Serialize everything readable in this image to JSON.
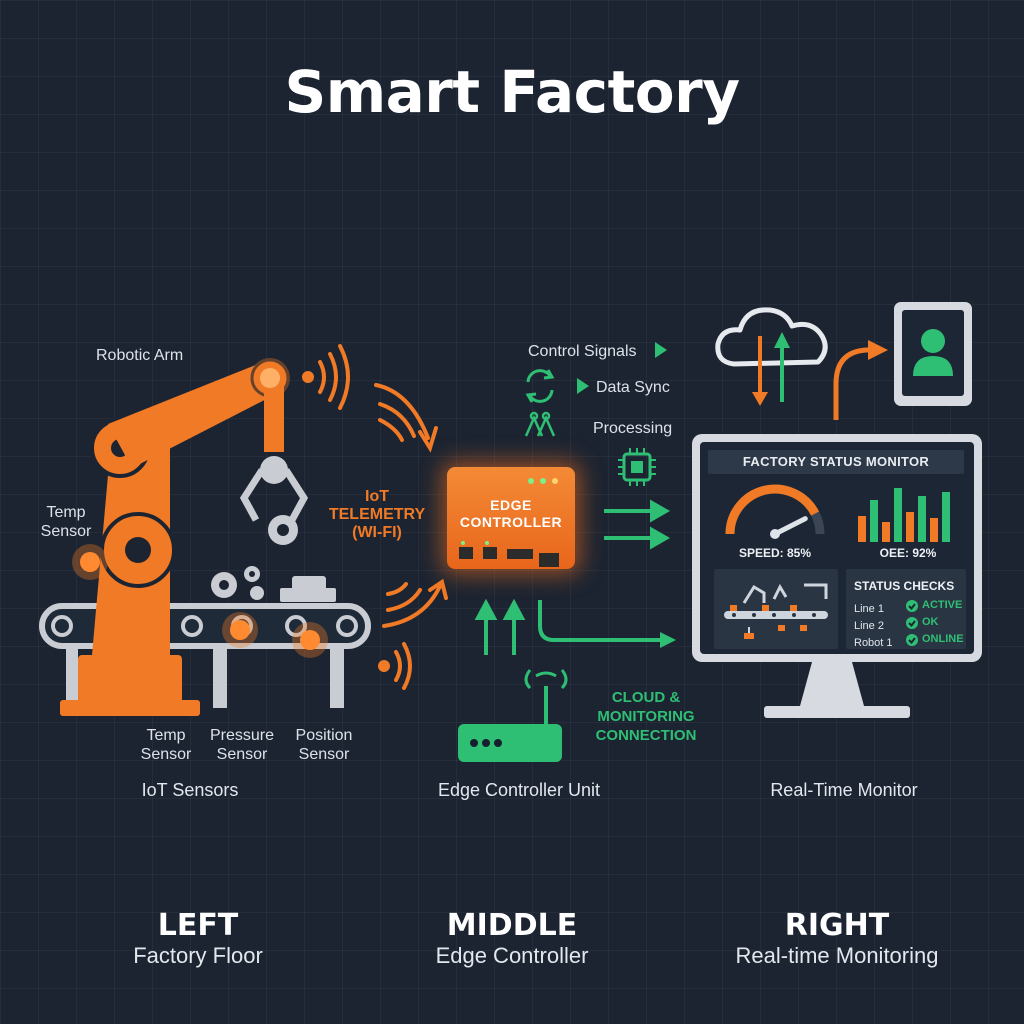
{
  "title": "Smart Factory",
  "left": {
    "robotic_arm_label": "Robotic Arm",
    "temp_sensor_top": "Temp\nSensor",
    "temp_sensor_bottom": "Temp\nSensor",
    "pressure_sensor": "Pressure\nSensor",
    "position_sensor": "Position\nSensor",
    "section_label": "IoT Sensors",
    "telemetry_label": "IoT\nTELEMETRY\n(WI-FI)"
  },
  "middle": {
    "control_signals": "Control Signals",
    "data_sync": "Data Sync",
    "processing": "Processing",
    "edge_box_label": "EDGE\nCONTROLLER",
    "section_label": "Edge Controller Unit",
    "cloud_connection": "CLOUD &\nMONITORING\nCONNECTION"
  },
  "right": {
    "monitor_title": "FACTORY STATUS MONITOR",
    "speed_label": "SPEED: 85%",
    "speed_value": 0.85,
    "oee_label": "OEE: 92%",
    "status_checks_title": "STATUS CHECKS",
    "status_checks": [
      {
        "name": "Line 1",
        "status": "ACTIVE"
      },
      {
        "name": "Line 2",
        "status": "OK"
      },
      {
        "name": "Robot 1",
        "status": "ONLINE"
      }
    ],
    "section_label": "Real-Time Monitor"
  },
  "bottom": [
    {
      "heading": "LEFT",
      "sub": "Factory Floor"
    },
    {
      "heading": "MIDDLE",
      "sub": "Edge Controller"
    },
    {
      "heading": "RIGHT",
      "sub": "Real-time Monitoring"
    }
  ],
  "colors": {
    "background": "#1c2431",
    "orange": "#f07a26",
    "green": "#2fbf74",
    "metal": "#d7dbe1"
  }
}
